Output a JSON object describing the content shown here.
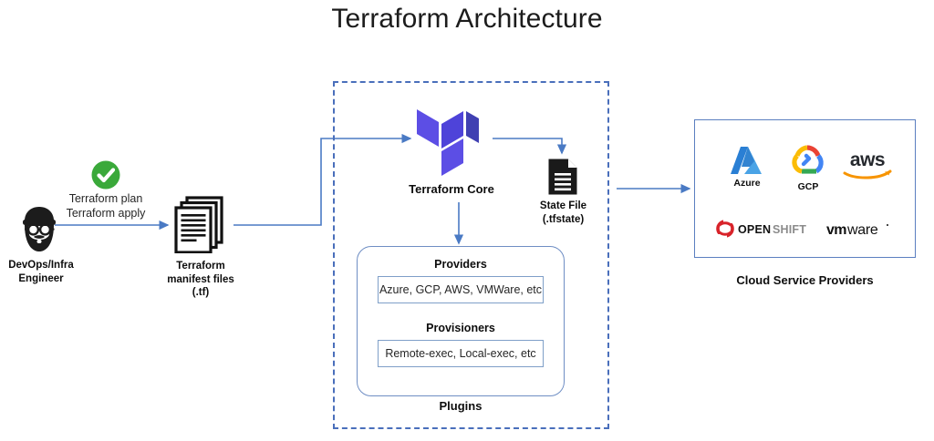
{
  "title": "Terraform Architecture",
  "actor": {
    "avatar_icon": "devops-engineer-avatar-icon",
    "caption_line1": "DevOps/Infra",
    "caption_line2": "Engineer"
  },
  "commands": {
    "check_icon": "green-check-circle-icon",
    "line1": "Terraform plan",
    "line2": "Terraform apply"
  },
  "manifest": {
    "icon": "stacked-documents-icon",
    "caption_line1": "Terraform",
    "caption_line2": "manifest files",
    "caption_line3": "(.tf)"
  },
  "core": {
    "logo_icon": "terraform-logo-icon",
    "label": "Terraform Core"
  },
  "state_file": {
    "icon": "state-file-document-icon",
    "caption_line1": "State File",
    "caption_line2": "(.tfstate)"
  },
  "plugins": {
    "label": "Plugins",
    "providers_heading": "Providers",
    "providers_value": "Azure, GCP, AWS, VMWare, etc",
    "provisioners_heading": "Provisioners",
    "provisioners_value": "Remote-exec, Local-exec, etc"
  },
  "cloud": {
    "caption": "Cloud Service Providers",
    "logos": [
      {
        "name": "azure-logo-icon",
        "label": "Azure"
      },
      {
        "name": "gcp-logo-icon",
        "label": "GCP"
      },
      {
        "name": "aws-logo-icon",
        "label": "aws"
      },
      {
        "name": "openshift-logo-icon",
        "label_bold": "OPEN",
        "label_light": "SHIFT"
      },
      {
        "name": "vmware-logo-icon",
        "label_bold": "vm",
        "label_light": "ware"
      }
    ]
  },
  "colors": {
    "terraform_purple_light": "#5c4ee5",
    "terraform_purple_dark": "#4040b2",
    "connector_blue": "#4472c4",
    "dashed_border_blue": "#4a6fbb",
    "box_border_blue": "#5b7fc0",
    "check_green": "#3aa93a",
    "aws_orange": "#f79400",
    "openshift_red": "#d8232a",
    "azure_blue": "#2a7fd4",
    "gcp_red": "#ea4335",
    "gcp_blue": "#4285f4",
    "gcp_yellow": "#fbbc05",
    "gcp_green": "#34a853"
  }
}
